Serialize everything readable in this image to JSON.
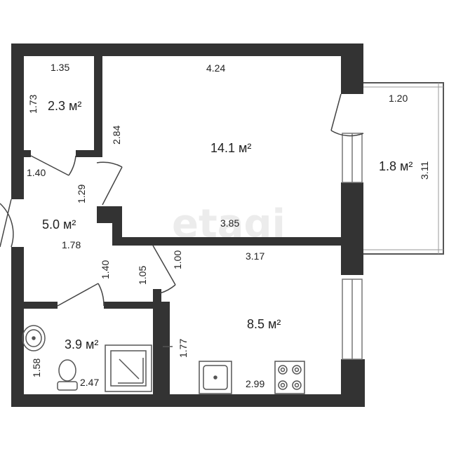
{
  "watermark": "etagi",
  "rooms": [
    {
      "name": "wardrobe",
      "area": "2.3 м²"
    },
    {
      "name": "living-room",
      "area": "14.1 м²"
    },
    {
      "name": "balcony",
      "area": "1.8 м²"
    },
    {
      "name": "hallway",
      "area": "5.0 м²"
    },
    {
      "name": "bathroom",
      "area": "3.9 м²"
    },
    {
      "name": "kitchen",
      "area": "8.5 м²"
    }
  ],
  "dimensions": {
    "wardrobe_width": "1.35",
    "wardrobe_height": "1.73",
    "living_top": "4.24",
    "living_side": "2.84",
    "living_bottom": "3.85",
    "balcony_width": "1.20",
    "balcony_height": "3.11",
    "hall_top": "1.40",
    "hall_side": "1.29",
    "hall_width": "1.78",
    "hall_lower": "1.40",
    "hall_door": "1.05",
    "kitchen_door": "1.00",
    "kitchen_top": "3.17",
    "kitchen_side": "1.77",
    "kitchen_bottom": "2.99",
    "bath_height": "1.58",
    "bath_width": "2.47"
  },
  "colors": {
    "wall": "#333333",
    "window": "#bbbbbb",
    "fixture": "#555555"
  }
}
